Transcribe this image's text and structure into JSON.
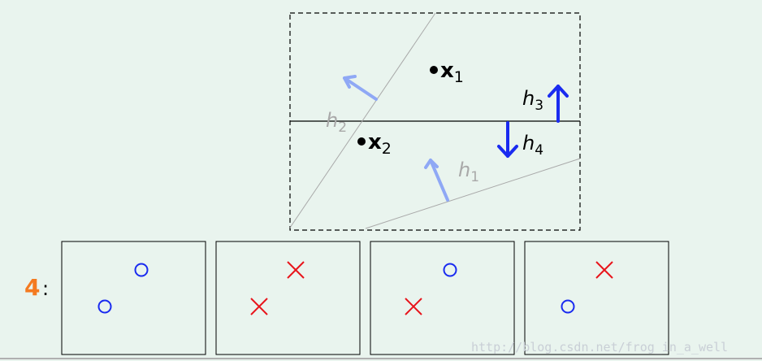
{
  "diagram": {
    "points": [
      {
        "label": "x",
        "sub": "1"
      },
      {
        "label": "x",
        "sub": "2"
      }
    ],
    "hypotheses": [
      {
        "label": "h",
        "sub": "1",
        "color": "#a9a9a9"
      },
      {
        "label": "h",
        "sub": "2",
        "color": "#a9a9a9"
      },
      {
        "label": "h",
        "sub": "3",
        "color": "#1a2bf0"
      },
      {
        "label": "h",
        "sub": "4",
        "color": "#1a2bf0"
      }
    ]
  },
  "dichotomies": {
    "count_label": "4",
    "count_color": "#f47a20",
    "separator": ":",
    "panels": [
      {
        "x1": "circle",
        "x2": "circle"
      },
      {
        "x1": "cross",
        "x2": "cross"
      },
      {
        "x1": "circle",
        "x2": "cross"
      },
      {
        "x1": "cross",
        "x2": "circle"
      }
    ],
    "circle_color": "#1a2bf0",
    "cross_color": "#e8141b"
  },
  "watermark": "http://blog.csdn.net/frog_in_a_well"
}
